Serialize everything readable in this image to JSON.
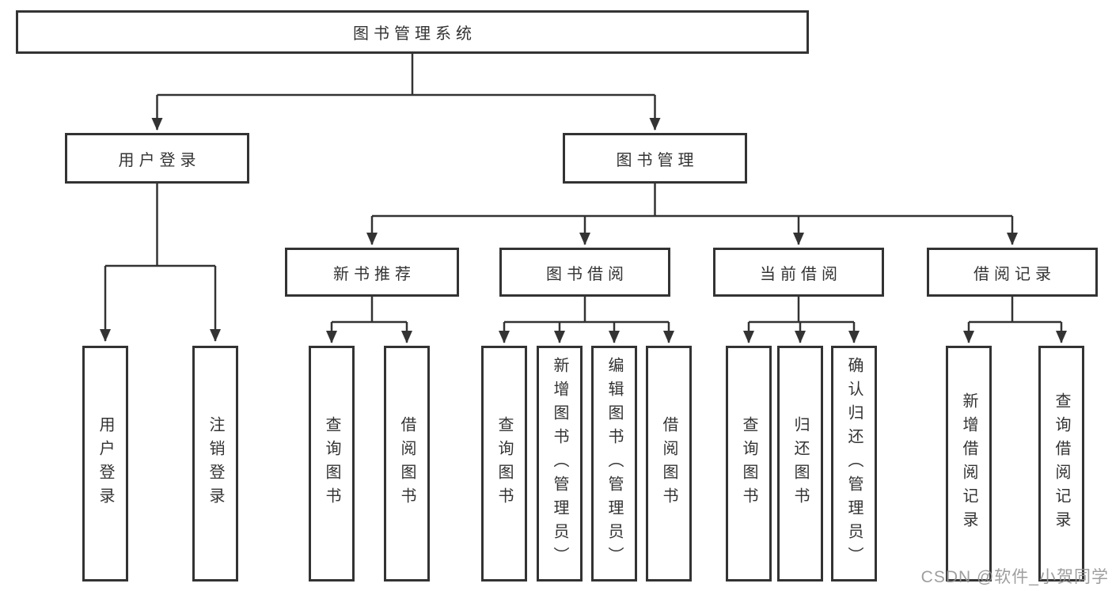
{
  "watermark": {
    "text": "CSDN @软件_小贺同学",
    "color": "#949494"
  },
  "diagram": {
    "type": "hierarchy-tree",
    "line_color": "#333333",
    "tree": {
      "root": {
        "label": "图书管理系统"
      },
      "branches": [
        {
          "label": "用户登录",
          "children": [
            {
              "label": "用户登录"
            },
            {
              "label": "注销登录"
            }
          ]
        },
        {
          "label": "图书管理",
          "children": [
            {
              "label": "新书推荐",
              "children": [
                {
                  "label": "查询图书"
                },
                {
                  "label": "借阅图书"
                }
              ]
            },
            {
              "label": "图书借阅",
              "children": [
                {
                  "label": "查询图书"
                },
                {
                  "label": "新增图书（管理员）"
                },
                {
                  "label": "编辑图书（管理员）"
                },
                {
                  "label": "借阅图书"
                }
              ]
            },
            {
              "label": "当前借阅",
              "children": [
                {
                  "label": "查询图书"
                },
                {
                  "label": "归还图书"
                },
                {
                  "label": "确认归还（管理员）"
                }
              ]
            },
            {
              "label": "借阅记录",
              "children": [
                {
                  "label": "新增借阅记录"
                },
                {
                  "label": "查询借阅记录"
                }
              ]
            }
          ]
        }
      ]
    }
  }
}
